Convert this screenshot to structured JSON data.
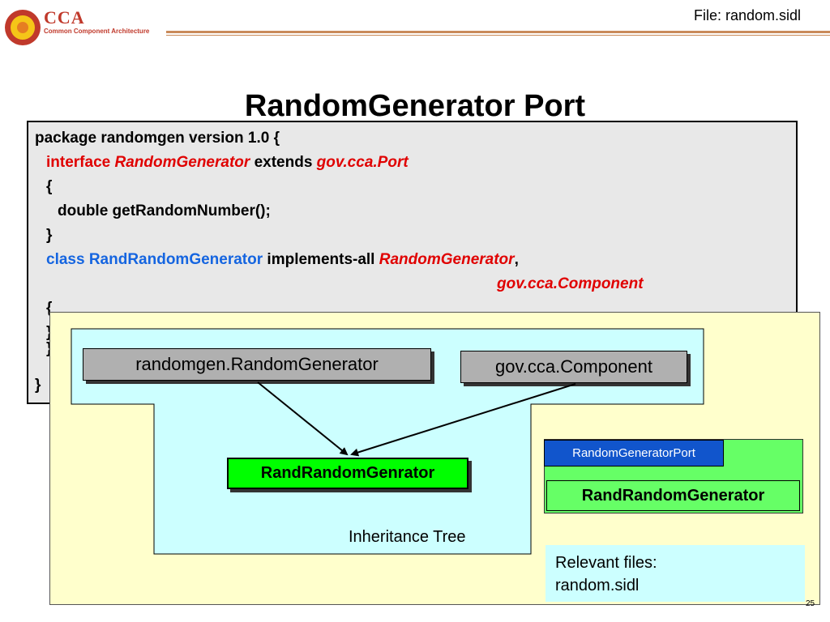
{
  "header": {
    "logo_title": "CCA",
    "logo_subtitle": "Common Component Architecture",
    "file_label": "File: random.sidl"
  },
  "slide_title": "RandomGenerator Port",
  "code": {
    "line1": "package randomgen version 1.0 {",
    "kw_interface": "interface",
    "iface_name": "RandomGenerator",
    "kw_extends": "extends",
    "iface_parent": "gov.cca.Port",
    "open_brace": "{",
    "method": "double getRandomNumber();",
    "close_brace": "}",
    "kw_class": "class",
    "class_name": "RandRandomGenerator",
    "kw_implements": "implements-all",
    "impl1": "RandomGenerator",
    "comma": ",",
    "impl2": "gov.cca.Component",
    "line_open2": "{",
    "line_inner1": "}",
    "line_inner2": "}",
    "final_close": "}"
  },
  "diagram": {
    "node_random_generator": "randomgen.RandomGenerator",
    "node_component": "gov.cca.Component",
    "node_impl": "RandRandomGenrator",
    "tree_label": "Inheritance Tree"
  },
  "legend": {
    "port_label": "RandomGeneratorPort",
    "component_label": "RandRandomGenerator"
  },
  "files": {
    "heading": "Relevant files:",
    "file1": "random.sidl"
  },
  "page_number": "25",
  "colors": {
    "keyword_red": "#e00000",
    "keyword_blue": "#1565e0",
    "overlay_bg": "#ffffcc",
    "tree_bg": "#ccffff",
    "impl_green": "#00ff00",
    "port_blue": "#1155cc"
  }
}
